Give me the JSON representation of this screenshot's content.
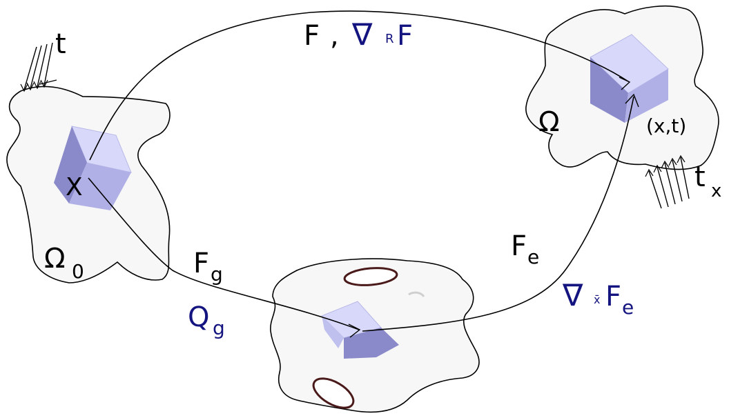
{
  "labels": {
    "reference_config": "Ω",
    "reference_config_sub": "0",
    "current_config": "Ω",
    "material_point": "X",
    "spatial_point": "(x,t)",
    "traction_ref": "t",
    "traction_cur": "t",
    "traction_cur_sub": "x",
    "deformation_gradient": "F",
    "separator": ",",
    "nabla_symbol": "∇",
    "nabla_ref_sub": "R",
    "nabla_ref_F": "F",
    "growth_gradient": "F",
    "growth_sub": "g",
    "growth_Q": "Q",
    "growth_Q_sub": "g",
    "elastic_gradient": "F",
    "elastic_sub": "e",
    "nabla_elastic_sub": "x̄",
    "nabla_elastic_F": "F",
    "nabla_elastic_F_sub": "e"
  },
  "colors": {
    "cube_light": "#d8d8fb",
    "cube_mid": "#b0b0e6",
    "cube_dark": "#8a8acb",
    "body_fill": "#f7f7f7",
    "label_blue": "#141480"
  }
}
